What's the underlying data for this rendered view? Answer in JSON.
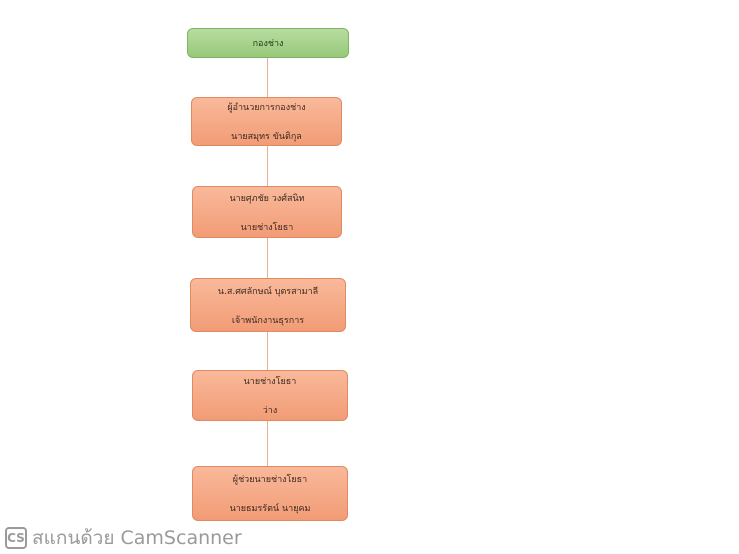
{
  "chart": {
    "root": {
      "label": "กองช่าง"
    },
    "nodes": [
      {
        "line1": "ผู้อำนวยการกองช่าง",
        "line2": "นายสมุทร ขันติกุล"
      },
      {
        "line1": "นายศุภชัย วงศ์สนิท",
        "line2": "นายช่างโยธา"
      },
      {
        "line1": "น.ส.ศศลักษณ์ บุตรสามาลี",
        "line2": "เจ้าพนักงานธุรการ"
      },
      {
        "line1": "นายช่างโยธา",
        "line2": "ว่าง"
      },
      {
        "line1": "ผู้ช่วยนายช่างโยธา",
        "line2": "นายธมรรัตน์ นายุคม"
      }
    ]
  },
  "watermark": {
    "logo": "CS",
    "text": "สแกนด้วย CamScanner"
  }
}
